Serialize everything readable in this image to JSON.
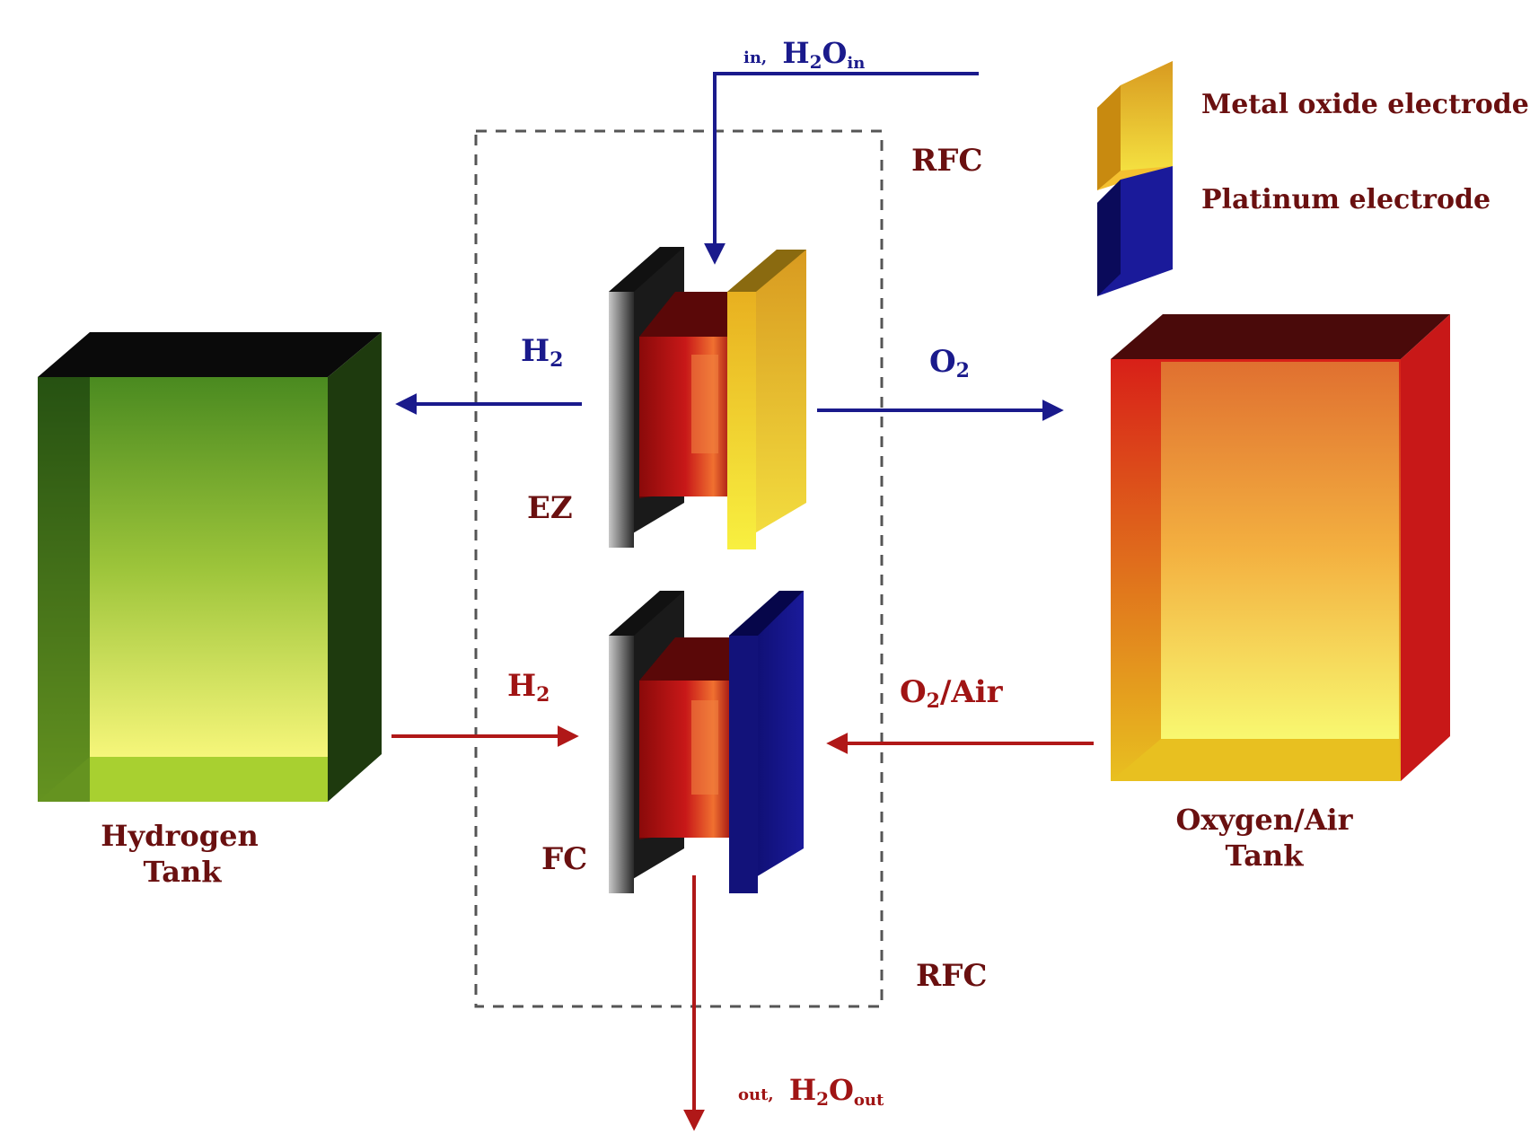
{
  "legend": {
    "metal_oxide_label": "Metal oxide electrode",
    "platinum_label": "Platinum electrode"
  },
  "labels": {
    "rfc_top": "RFC",
    "rfc_bottom": "RFC",
    "ez": "EZ",
    "fc": "FC"
  },
  "flows": {
    "water_in_prefix": "in,",
    "water_in_main": "H",
    "water_in_sub1": "2",
    "water_in_main2": "O",
    "water_in_sub2": "in",
    "water_out_prefix": "out,",
    "water_out_main": "H",
    "water_out_sub1": "2",
    "water_out_main2": "O",
    "water_out_sub2": "out",
    "h2_out_main": "H",
    "h2_out_sub": "2",
    "o2_out_main": "O",
    "o2_out_sub": "2",
    "h2_in_main": "H",
    "h2_in_sub": "2",
    "o2_in_main": "O",
    "o2_in_sub": "2",
    "o2_in_suffix": "/Air"
  },
  "tanks": {
    "hydrogen_line1": "Hydrogen",
    "hydrogen_line2": "Tank",
    "oxygen_line1": "Oxygen/Air",
    "oxygen_line2": "Tank"
  },
  "colors": {
    "blue_flow": "#1a1a8c",
    "red_flow": "#b01818",
    "metal_oxide": "#e8b820",
    "platinum": "#1a1a90",
    "hydrogen_tank": "#7ab830",
    "oxygen_tank": "#e05018"
  }
}
